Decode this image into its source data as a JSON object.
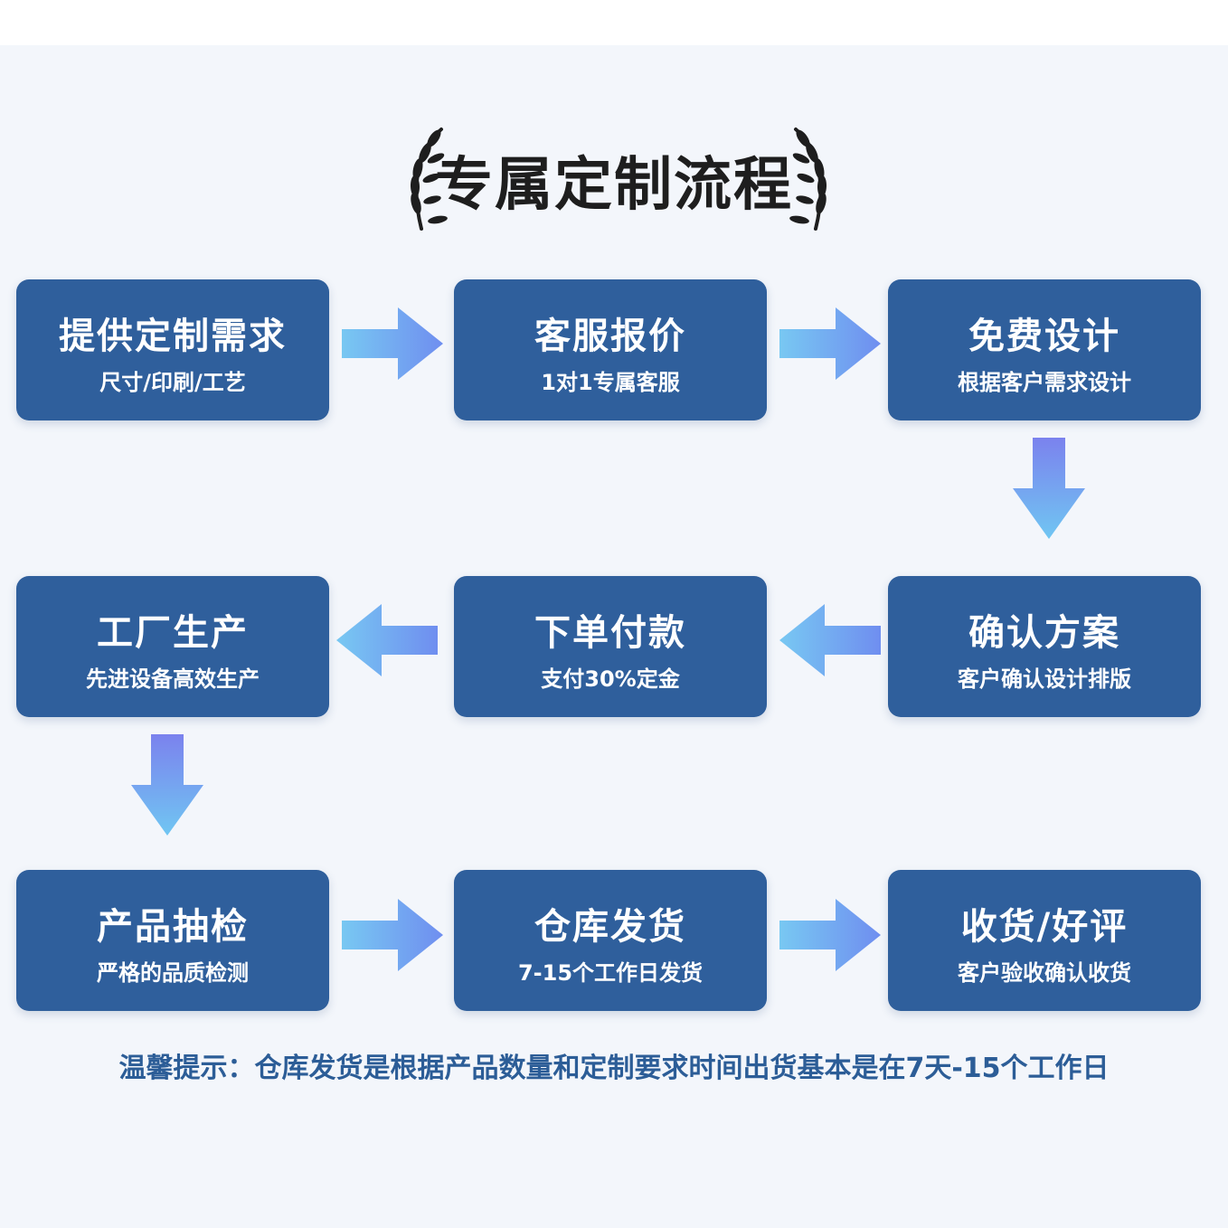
{
  "title": "专属定制流程",
  "steps": [
    {
      "title": "提供定制需求",
      "subtitle": "尺寸/印刷/工艺"
    },
    {
      "title": "客服报价",
      "subtitle": "1对1专属客服"
    },
    {
      "title": "免费设计",
      "subtitle": "根据客户需求设计"
    },
    {
      "title": "确认方案",
      "subtitle": "客户确认设计排版"
    },
    {
      "title": "下单付款",
      "subtitle": "支付30%定金"
    },
    {
      "title": "工厂生产",
      "subtitle": "先进设备高效生产"
    },
    {
      "title": "产品抽检",
      "subtitle": "严格的品质检测"
    },
    {
      "title": "仓库发货",
      "subtitle": "7-15个工作日发货"
    },
    {
      "title": "收货/好评",
      "subtitle": "客户验收确认收货"
    }
  ],
  "notice": "温馨提示：仓库发货是根据产品数量和定制要求时间出货基本是在7天-15个工作日",
  "colors": {
    "box": "#2f5f9c",
    "arrow_light": "#78c8f2",
    "arrow_dark": "#6f8ef0",
    "notice": "#2c5d97"
  }
}
